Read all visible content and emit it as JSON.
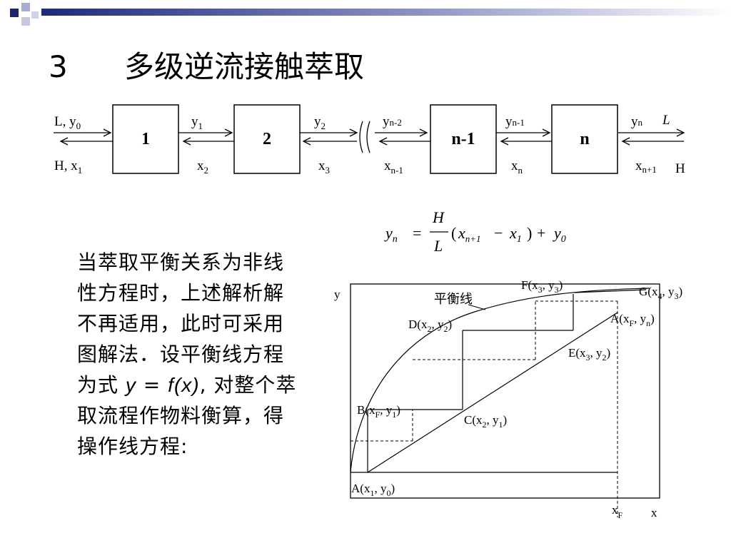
{
  "slide": {
    "number": "3",
    "title": "多级逆流接触萃取"
  },
  "flow_diagram": {
    "stages": [
      "1",
      "2",
      "n-1",
      "n"
    ],
    "left_top": "L, y",
    "left_top_sub": "0",
    "left_bottom": "H, x",
    "left_bottom_sub": "1",
    "right_top": "y",
    "right_top_sub": "n",
    "right_top_L": "L",
    "right_bottom": "x",
    "right_bottom_sub": "n+1",
    "right_bottom_H": "H",
    "y1": "y",
    "y1_sub": "1",
    "y2": "y",
    "y2_sub": "2",
    "yn2": "y",
    "yn2_sub": "n-2",
    "yn1": "y",
    "yn1_sub": "n-1",
    "x2": "x",
    "x2_sub": "2",
    "x3": "x",
    "x3_sub": "3",
    "xn1": "x",
    "xn1_sub": "n-1",
    "xn": "x",
    "xn_sub": "n"
  },
  "formula": {
    "lhs": "y",
    "lhs_sub": "n",
    "eq": "=",
    "num": "H",
    "den": "L",
    "p1": "(",
    "xa": "x",
    "xa_sub": "n+1",
    "minus": "−",
    "xb": "x",
    "xb_sub": "1",
    "p2": ")",
    "plus": "+",
    "y0": "y",
    "y0_sub": "0"
  },
  "paragraph": {
    "line1": "当萃取平衡关系为非线",
    "line2": "性方程时，上述解析解",
    "line3": "不再适用，此时可采用",
    "line4": "图解法．设平衡线方程",
    "line5_a": "为式 ",
    "line5_b": "y",
    "line5_c": " = ",
    "line5_d": "f(x)",
    "line5_e": ", 对整个萃",
    "line6": "取流程作物料衡算，得",
    "line7": "操作线方程:"
  },
  "graph": {
    "y_axis": "y",
    "x_axis": "x",
    "xF": "x",
    "xF_sub": "F",
    "equilibrium_label": "平衡线",
    "pt_A": "A(x",
    "pt_A_s1": "1",
    "pt_A_m": ", y",
    "pt_A_s2": "0",
    "pt_A_e": ")",
    "pt_B": "B(x",
    "pt_B_s1": "F",
    "pt_B_m": ", y",
    "pt_B_s2": "1",
    "pt_B_e": ")",
    "pt_C": "C(x",
    "pt_C_s1": "2",
    "pt_C_m": ", y",
    "pt_C_s2": "1",
    "pt_C_e": ")",
    "pt_D": "D(x",
    "pt_D_s1": "2",
    "pt_D_m": ", y",
    "pt_D_s2": "2",
    "pt_D_e": ")",
    "pt_E": "E(x",
    "pt_E_s1": "3",
    "pt_E_m": ", y",
    "pt_E_s2": "2",
    "pt_E_e": ")",
    "pt_F": "F(x",
    "pt_F_s1": "3",
    "pt_F_m": ", y",
    "pt_F_s2": "3",
    "pt_F_e": ")",
    "pt_G": "G(x",
    "pt_G_s1": "4",
    "pt_G_m": ", y",
    "pt_G_s2": "3",
    "pt_G_e": ")",
    "pt_An": "A(x",
    "pt_An_s1": "F",
    "pt_An_m": ", y",
    "pt_An_s2": "n",
    "pt_An_e": ")"
  },
  "colors": {
    "band_dark": "#1f2a78",
    "band_light": "#e3e5f0",
    "square_dark": "#1c2470",
    "square_light": "#a7acd0"
  }
}
